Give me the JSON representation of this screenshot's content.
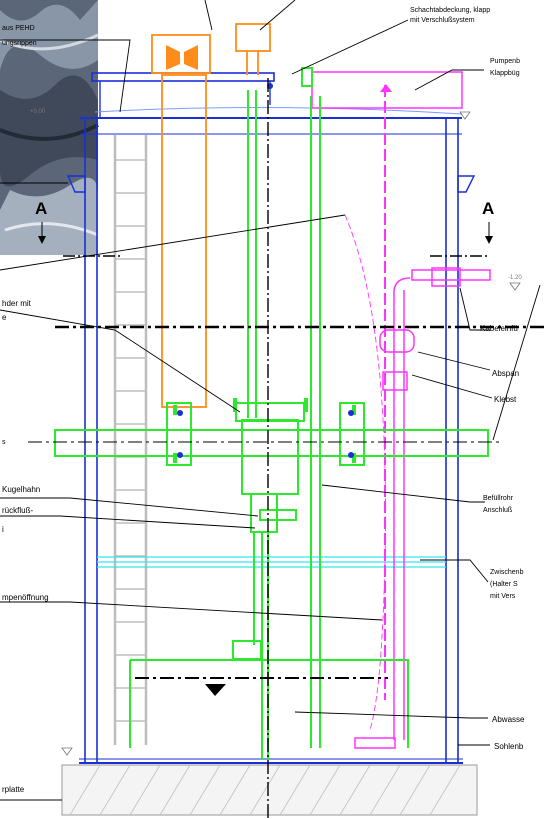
{
  "section_marks": {
    "left": "A",
    "right": "A"
  },
  "labels": {
    "top_left_1": "aus PEHD",
    "top_left_2": "ungsrippen",
    "top_right_1": "Schachtabdeckung, klapp",
    "top_right_2": "mit Verschlußsystem",
    "pump_1": "Pumpenb",
    "pump_2": "Klappbüg",
    "left_mid_1": "hder mit",
    "left_mid_2": "e",
    "kabel": "Kabeleinfü",
    "abspan": "Abspan",
    "klebst": "Klebst",
    "kugelhahn": "Kugelhahn",
    "rueckfluss": "rückfluß-",
    "rueck_small": "i",
    "befuell_1": "Befüllrohr",
    "befuell_2": "Anschluß",
    "zwischen_1": "Zwischenb",
    "zwischen_2": "(Halter S",
    "zwischen_3": "mit Vers",
    "pumpen_left": "mpenöffnung",
    "abwasser": "Abwasse",
    "sohlen": "Sohlenb",
    "platte": "rplatte",
    "small_left": "s",
    "level_top": "+0.00",
    "level_mid": "-1.20"
  },
  "colors": {
    "shaft": "#1a2fd6",
    "pipe": "#2ee82e",
    "pump_pipe": "#ff8c1a",
    "magenta": "#ff33ff",
    "cyan": "#33e5f0",
    "ladder": "#bdbdbd",
    "centerline": "#000000"
  }
}
